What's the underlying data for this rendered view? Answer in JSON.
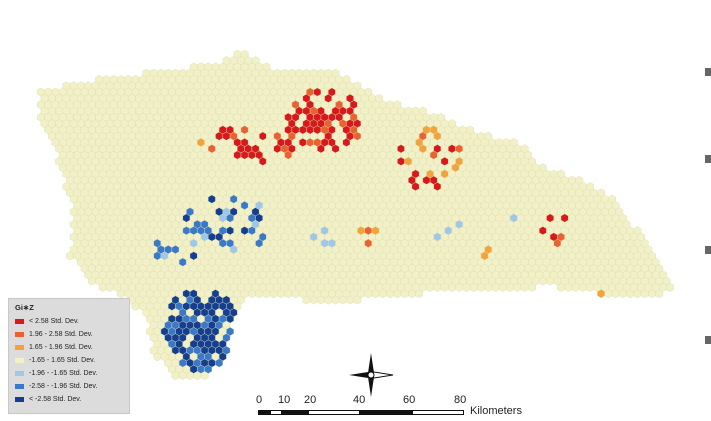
{
  "top_ticks": [
    "",
    "",
    "",
    "",
    ""
  ],
  "legend": {
    "title": "Gi∗Z",
    "items": [
      {
        "label": "< 2.58 Std. Dev.",
        "color": "#d7191c"
      },
      {
        "label": "1.96 - 2.58 Std. Dev.",
        "color": "#e9622f"
      },
      {
        "label": "1.65 - 1.96 Std. Dev.",
        "color": "#f2a33a"
      },
      {
        "label": "-1.65 - 1.65 Std. Dev.",
        "color": "#f2f0c6"
      },
      {
        "label": "-1.96 - -1.65 Std. Dev.",
        "color": "#9ec8ea"
      },
      {
        "label": "-2.58 - -1.96 Std. Dev.",
        "color": "#3a78c9"
      },
      {
        "label": "< -2.58 Std. Dev.",
        "color": "#143f91"
      }
    ]
  },
  "scale": {
    "ticks": [
      "0",
      "10",
      "20",
      "40",
      "60",
      "80"
    ],
    "units": "Kilometers"
  },
  "colors": {
    "neutral": "#f2f0c6",
    "hot_99": "#d7191c",
    "hot_95": "#e9622f",
    "hot_90": "#f2a33a",
    "cold_90": "#9ec8ea",
    "cold_95": "#3a78c9",
    "cold_99": "#143f91"
  }
}
